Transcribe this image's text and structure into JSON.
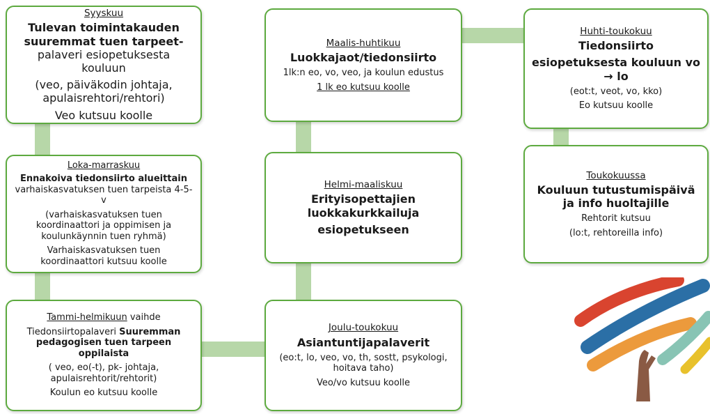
{
  "boxes": {
    "syyskuu": {
      "period": "Syyskuu",
      "bold": "Tulevan toimintakauden suuremmat tuen tarpeet-",
      "text": " palaveri esiopetuksesta kouluun",
      "participants": "(veo, päiväkodin johtaja, apulaisrehtori/rehtori)",
      "convener": "Veo kutsuu koolle"
    },
    "loka_marraskuu": {
      "period": "Loka-marraskuu",
      "bold": "Ennakoiva tiedonsiirto alueittain",
      "text": " varhaiskasvatuksen tuen tarpeista 4-5-v",
      "participants": "(varhaiskasvatuksen tuen koordinaattori ja oppimisen ja koulunkäynnin tuen ryhmä)",
      "convener": "Varhaiskasvatuksen tuen koordinaattori kutsuu koolle"
    },
    "tammi_helmikuu": {
      "period": "Tammi-helmikuun",
      "period_suffix": " vaihde",
      "text": "Tiedonsiirtopalaveri ",
      "bold": "Suuremman pedagogisen tuen tarpeen oppilaista",
      "participants": "( veo, eo(-t), pk- johtaja, apulaisrehtorit/rehtorit)",
      "convener": "Koulun eo kutsuu koolle"
    },
    "maalis_huhtikuu": {
      "period": "Maalis-huhtikuu",
      "bold": "Luokkajaot/tiedonsiirto",
      "participants": "1lk:n eo, vo, veo, ja koulun edustus",
      "convener": "1 lk eo kutsuu koolle"
    },
    "helmi_maaliskuu": {
      "period": "Helmi-maaliskuu",
      "bold": "Erityisopettajien luokkakurkkailuja",
      "bold2": "esiopetukseen"
    },
    "joulu_toukokuu": {
      "period": "Joulu-toukokuu",
      "bold": "Asiantuntijapalaverit",
      "participants": "(eo:t, lo, veo, vo, th, sostt, psykologi, hoitava taho)",
      "convener": "Veo/vo kutsuu koolle"
    },
    "huhti_toukokuu": {
      "period": "Huhti-toukokuu",
      "bold": "Tiedonsiirto",
      "bold2": "esiopetuksesta kouluun vo → lo",
      "participants": "(eot:t, veot, vo, kko)",
      "convener": "Eo kutsuu koolle"
    },
    "toukokuussa": {
      "period": "Toukokuussa",
      "bold": "Kouluun tutustumispäivä ja info huoltajille",
      "text": "Rehtorit kutsuu",
      "participants": "(lo:t, rehtoreilla info)"
    }
  },
  "colors": {
    "border": "#5daa3f",
    "connector": "#b7d7a8",
    "logo_red": "#d9442f",
    "logo_blue": "#2b6fa6",
    "logo_orange": "#ec9a3c",
    "logo_teal": "#88c4b4",
    "logo_yellow": "#e8c12c",
    "logo_trunk": "#8a5a44"
  }
}
